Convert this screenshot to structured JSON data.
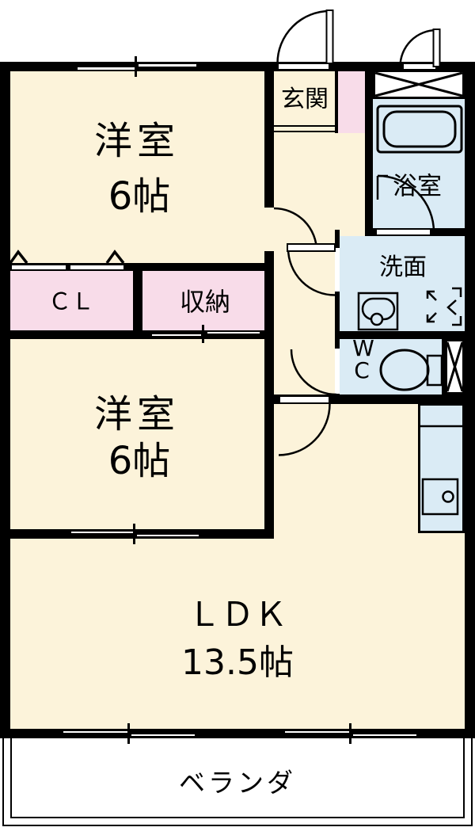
{
  "floorplan": {
    "rooms": {
      "bedroom1": {
        "name": "洋室",
        "size": "6帖"
      },
      "bedroom2": {
        "name": "洋室",
        "size": "6帖"
      },
      "ldk": {
        "name": "ＬＤＫ",
        "size": "13.5帖"
      },
      "entrance": {
        "name": "玄関"
      },
      "bathroom": {
        "name": "浴室"
      },
      "washroom": {
        "name": "洗面"
      },
      "wc": {
        "line1": "W",
        "line2": "C"
      },
      "closet": {
        "name": "ＣＬ"
      },
      "storage": {
        "name": "収納"
      },
      "veranda": {
        "name": "ベランダ"
      }
    },
    "colors": {
      "room_fill": "#FCF3DA",
      "closet_fill": "#F8DCE9",
      "wet_area_fill": "#DAEBF5",
      "wall": "#000000",
      "veranda_fill": "#FFFFFF"
    }
  }
}
